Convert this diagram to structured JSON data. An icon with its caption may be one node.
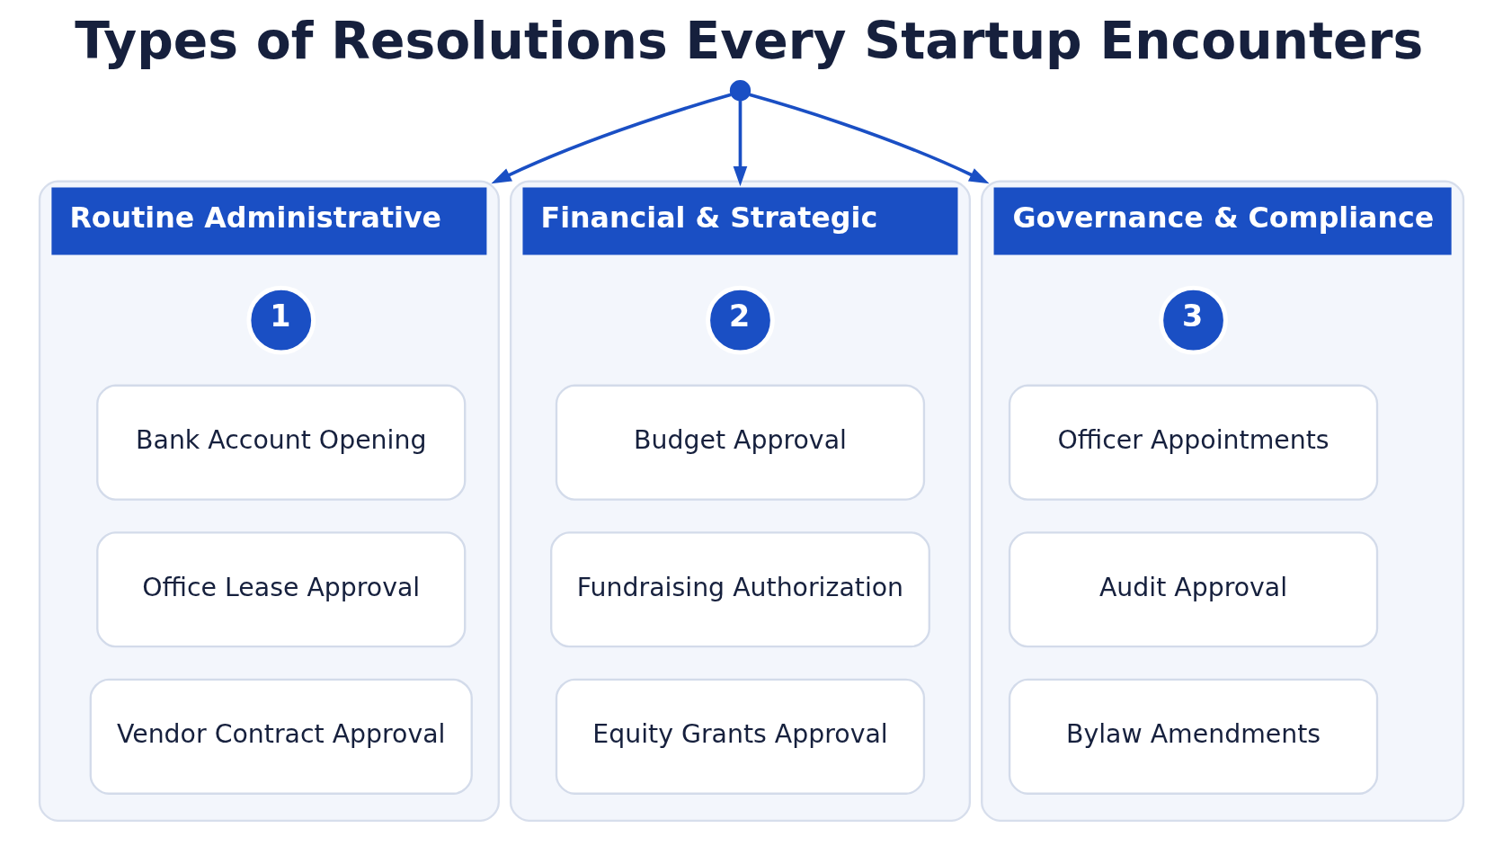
{
  "diagram": {
    "title": "Types of Resolutions Every Startup Encounters",
    "nodes": [
      {
        "text": [],
        "shape": "circle"
      },
      {
        "text": [
          "Routine Administrative"
        ]
      },
      {
        "text": [
          "1"
        ],
        "in": 1
      },
      {
        "text": [
          "Bank Account Opening"
        ],
        "in": 1
      },
      {
        "text": [
          "Office Lease Approval"
        ],
        "in": 1
      },
      {
        "text": [
          "Vendor Contract Approval"
        ],
        "in": 1
      },
      {
        "text": [
          "Financial & Strategic"
        ]
      },
      {
        "text": [
          "2"
        ],
        "in": 6
      },
      {
        "text": [
          "Budget Approval"
        ],
        "in": 6
      },
      {
        "text": [
          "Fundraising Authorization"
        ],
        "in": 6
      },
      {
        "text": [
          "Equity Grants Approval"
        ],
        "in": 6
      },
      {
        "text": [
          "Governance & Compliance"
        ]
      },
      {
        "text": [
          "3"
        ],
        "in": 11
      },
      {
        "text": [
          "Officer Appointments"
        ],
        "in": 11
      },
      {
        "text": [
          "Audit Approval"
        ],
        "in": 11
      },
      {
        "text": [
          "Bylaw Amendments"
        ],
        "in": 11
      }
    ],
    "edges": [
      {
        "from": 0,
        "to": 1,
        "arrow": "to"
      },
      {
        "from": 0,
        "to": 6,
        "arrow": "to"
      },
      {
        "from": 0,
        "to": 11,
        "arrow": "to"
      }
    ]
  }
}
